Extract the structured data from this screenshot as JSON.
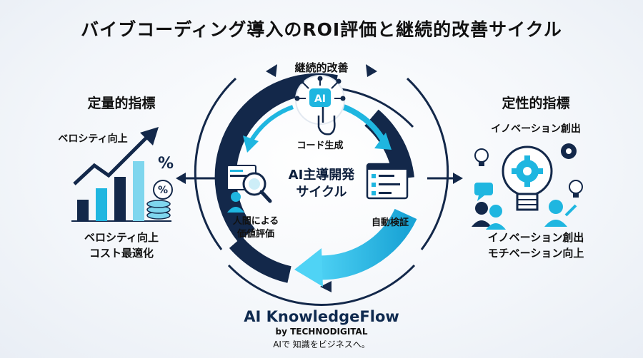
{
  "title": "バイブコーディング導入のROI評価と継続的改善サイクル",
  "cycle": {
    "top_label": "継続的改善",
    "center_line1": "AI主導開発",
    "center_line2": "サイクル",
    "step_code": "コード生成",
    "step_verify": "自動検証",
    "step_human_line1": "人間による",
    "step_human_line2": "価値評価",
    "ai_chip": "AI"
  },
  "left": {
    "heading": "定量的指標",
    "chart_caption": "ベロシティ向上",
    "percent_symbol": "%",
    "bottom_line1": "ベロシティ向上",
    "bottom_line2": "コスト最適化"
  },
  "right": {
    "heading": "定性的指標",
    "top_caption": "イノベーション創出",
    "bottom_line1": "イノベーション創出",
    "bottom_line2": "モチベーション向上"
  },
  "brand": {
    "name": "AI KnowledgeFlow",
    "by": "by TECHNODIGITAL",
    "tagline": "AIで 知識をビジネスへ。"
  },
  "colors": {
    "navy": "#13284a",
    "cyan": "#1fb6e0",
    "light_cyan": "#7fd6ee"
  }
}
